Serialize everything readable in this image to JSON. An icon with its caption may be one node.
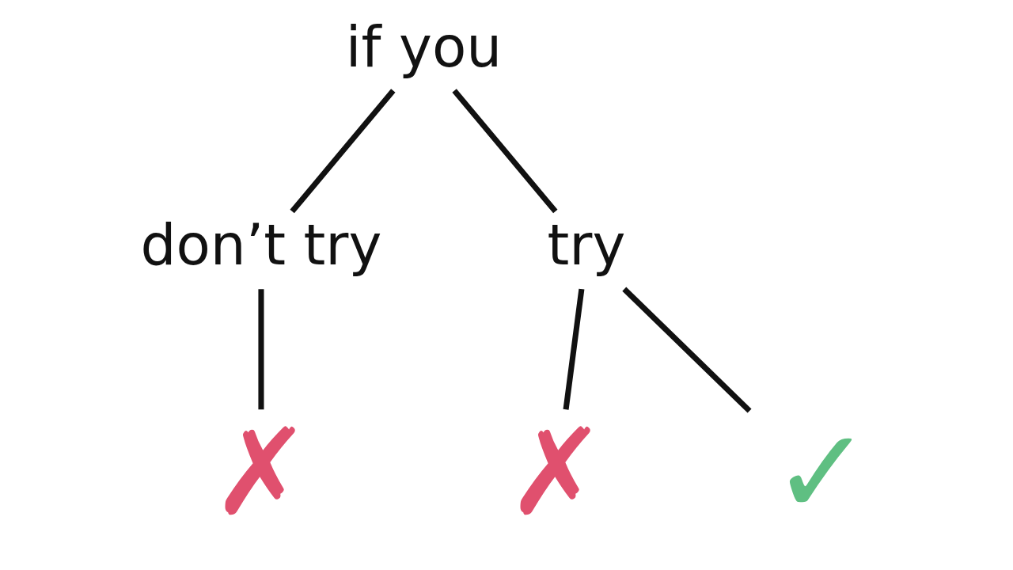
{
  "diagram": {
    "nodes": [
      {
        "text": [
          "if you"
        ]
      },
      {
        "text": [
          "don’t try"
        ]
      },
      {
        "text": [
          "try"
        ]
      },
      {
        "text": [
          "✗"
        ]
      },
      {
        "text": [
          "✗"
        ]
      },
      {
        "text": [
          "✓"
        ]
      }
    ],
    "edges": [
      {
        "from": 0,
        "to": 1,
        "arrow": "none"
      },
      {
        "from": 0,
        "to": 2,
        "arrow": "none"
      },
      {
        "from": 1,
        "to": 3,
        "arrow": "none"
      },
      {
        "from": 2,
        "to": 4,
        "arrow": "none"
      },
      {
        "from": 2,
        "to": 5,
        "arrow": "none"
      }
    ]
  }
}
